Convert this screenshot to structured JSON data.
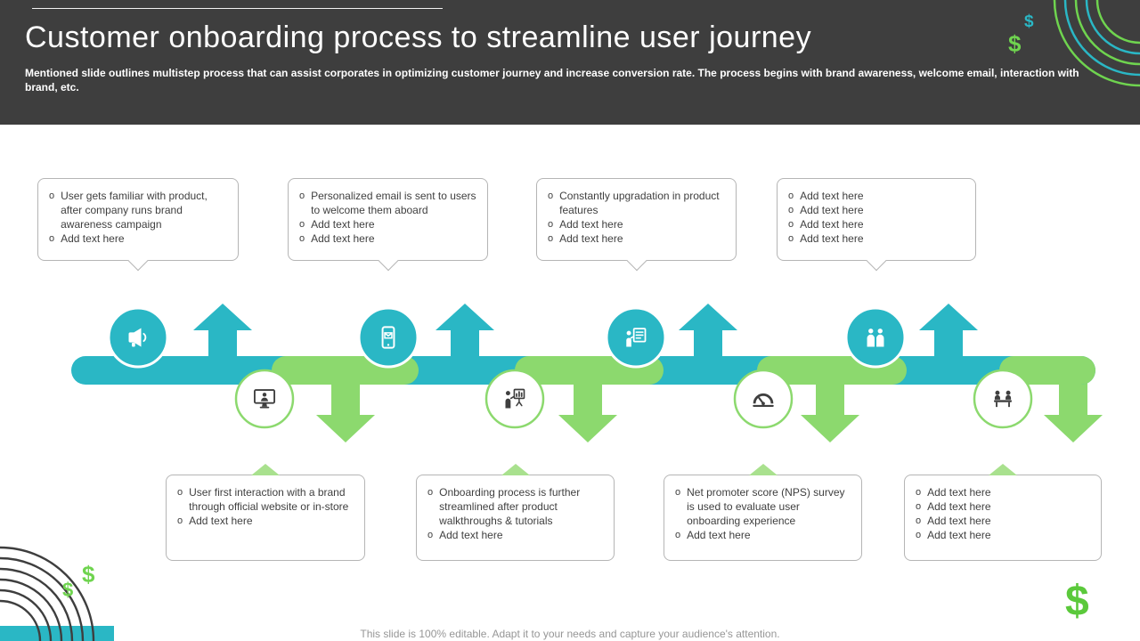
{
  "slide": {
    "title": "Customer onboarding process to streamline user journey",
    "subtitle": "Mentioned slide outlines multistep process that can assist corporates in optimizing customer journey and increase conversion rate. The process begins with brand awareness, welcome email, interaction with brand, etc.",
    "footer": "This slide is 100% editable. Adapt it to your needs and capture your audience's attention."
  },
  "decor": {
    "dollar": "$"
  },
  "colors": {
    "teal": "#2AB7C5",
    "ribbon_green": "#8CD96E",
    "accent_green": "#6FD44F",
    "header_bg": "#3E3E3E",
    "box_border": "#B5B5B5",
    "text": "#3F3F3F",
    "footer_text": "#969696"
  },
  "top_steps": [
    {
      "icon": "megaphone-icon",
      "bullets": [
        "User gets familiar with product, after company runs brand awareness campaign",
        "Add text here"
      ]
    },
    {
      "icon": "mobile-email-icon",
      "bullets": [
        "Personalized email is sent to users to welcome them aboard",
        "Add text here",
        "Add text here"
      ]
    },
    {
      "icon": "presentation-checklist-icon",
      "bullets": [
        "Constantly upgradation in product features",
        "Add text here",
        "Add text here"
      ]
    },
    {
      "icon": "team-icon",
      "bullets": [
        "Add text here",
        "Add text here",
        "Add text here",
        "Add text here"
      ]
    }
  ],
  "bottom_steps": [
    {
      "icon": "monitor-user-icon",
      "bullets": [
        "User first interaction with a brand through official website or in-store",
        "Add text here"
      ]
    },
    {
      "icon": "presenter-chart-icon",
      "bullets": [
        "Onboarding process is further streamlined after product walkthroughs & tutorials",
        "Add text here"
      ]
    },
    {
      "icon": "gauge-icon",
      "bullets": [
        "Net promoter score (NPS) survey is used to evaluate user onboarding experience",
        "Add text here"
      ]
    },
    {
      "icon": "meeting-icon",
      "bullets": [
        "Add text here",
        "Add text here",
        "Add text here",
        "Add text here"
      ]
    }
  ]
}
